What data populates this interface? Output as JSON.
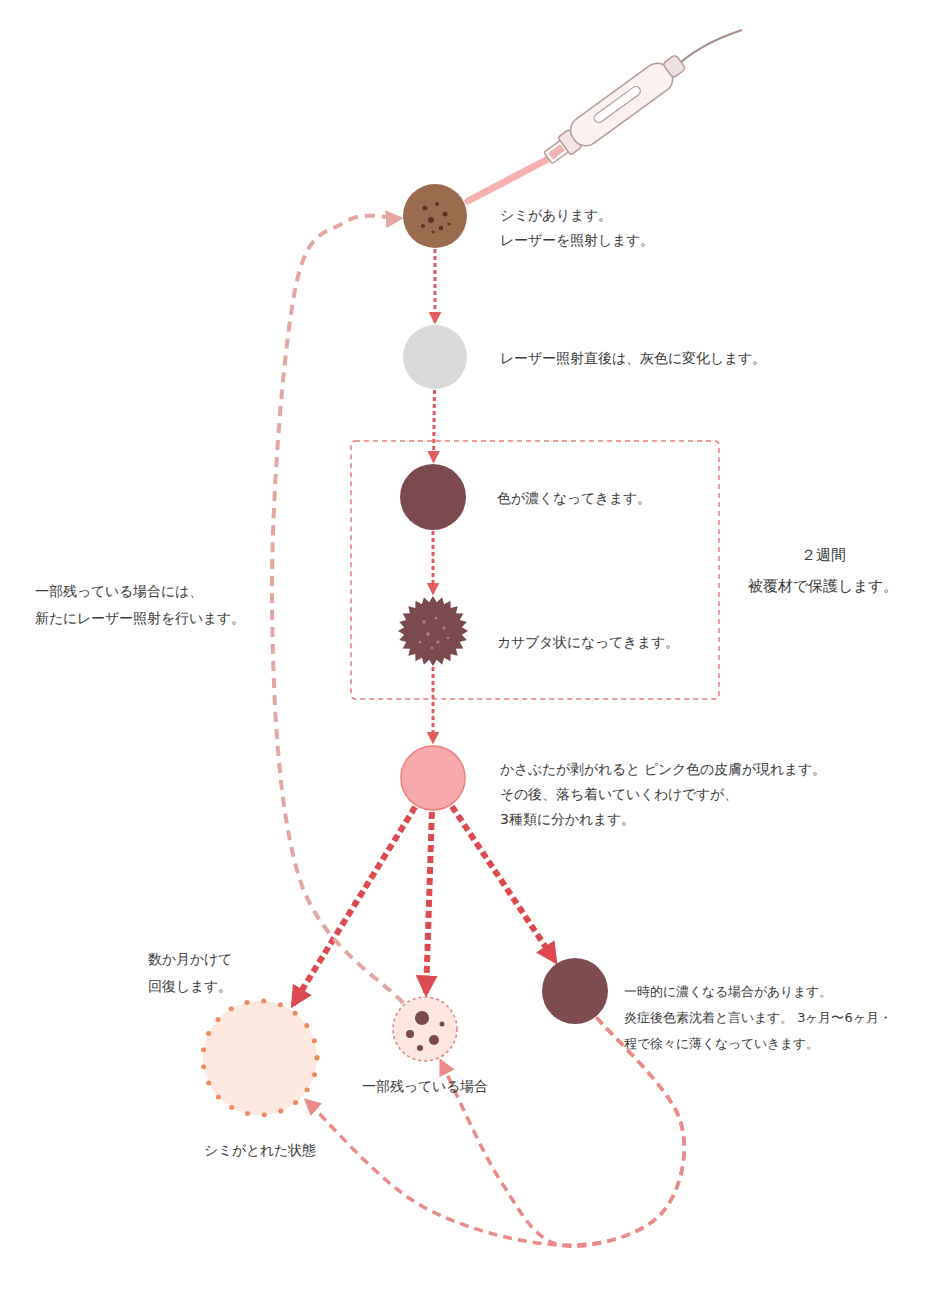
{
  "diagram": {
    "nodes": [
      {
        "text": [
          "シミがあります。 レーザーを照射します。"
        ]
      },
      {
        "text": [
          "レーザー照射直後は、灰色に変化します。"
        ]
      },
      {
        "text": [
          "２週間 被覆材で保護します。"
        ]
      },
      {
        "text": [
          "色が濃くなってきます。"
        ],
        "in": 2
      },
      {
        "text": [
          "カサブタ状になってきます。"
        ],
        "in": 2
      },
      {
        "text": [
          "かさぶたが剥がれると ピンク色の皮膚が現れます。 その後、落ち着いていくわけですが、 3種類に分かれます。"
        ]
      },
      {
        "text": [
          "数か月かけて 回復します。",
          "シミがとれた状態"
        ]
      },
      {
        "text": [
          "一部残っている場合"
        ]
      },
      {
        "text": [
          "一時的に濃くなる場合があります。 炎症後色素沈着と言います。 3ヶ月〜6ヶ月・程で徐々に薄くなっていきます。"
        ]
      }
    ],
    "edges": [
      {
        "from": 0,
        "to": 1,
        "arrow": "to"
      },
      {
        "from": 1,
        "to": 3,
        "arrow": "to"
      },
      {
        "from": 3,
        "to": 4,
        "arrow": "to"
      },
      {
        "from": 4,
        "to": 5,
        "arrow": "to"
      },
      {
        "from": 5,
        "to": 6,
        "arrow": "to"
      },
      {
        "from": 5,
        "to": 7,
        "arrow": "to"
      },
      {
        "from": 5,
        "to": 8,
        "arrow": "to"
      },
      {
        "from": 7,
        "to": 0,
        "label": "一部残っている場合には、 新たにレーザー照射を行います。",
        "arrow": "to"
      },
      {
        "from": 8,
        "to": 6,
        "arrow": "to"
      },
      {
        "from": 8,
        "to": 7,
        "arrow": "to"
      }
    ]
  }
}
